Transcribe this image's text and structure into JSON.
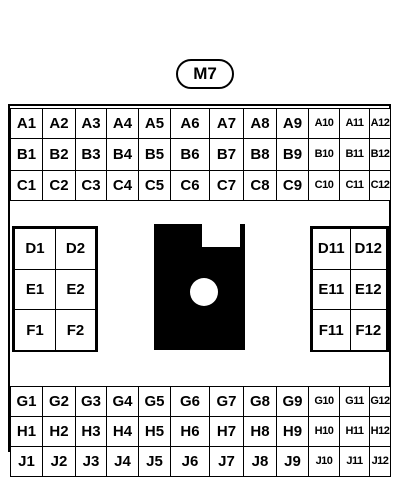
{
  "badge": "M7",
  "top_rows": [
    [
      "A1",
      "A2",
      "A3",
      "A4",
      "A5",
      "A6",
      "A7",
      "A8",
      "A9",
      "A10",
      "A11",
      "A12"
    ],
    [
      "B1",
      "B2",
      "B3",
      "B4",
      "B5",
      "B6",
      "B7",
      "B8",
      "B9",
      "B10",
      "B11",
      "B12"
    ],
    [
      "C1",
      "C2",
      "C3",
      "C4",
      "C5",
      "C6",
      "C7",
      "C8",
      "C9",
      "C10",
      "C11",
      "C12"
    ]
  ],
  "bottom_rows": [
    [
      "G1",
      "G2",
      "G3",
      "G4",
      "G5",
      "G6",
      "G7",
      "G8",
      "G9",
      "G10",
      "G11",
      "G12"
    ],
    [
      "H1",
      "H2",
      "H3",
      "H4",
      "H5",
      "H6",
      "H7",
      "H8",
      "H9",
      "H10",
      "H11",
      "H12"
    ],
    [
      "J1",
      "J2",
      "J3",
      "J4",
      "J5",
      "J6",
      "J7",
      "J8",
      "J9",
      "J10",
      "J11",
      "J12"
    ]
  ],
  "left_rows": [
    [
      "D1",
      "D2"
    ],
    [
      "E1",
      "E2"
    ],
    [
      "F1",
      "F2"
    ]
  ],
  "right_rows": [
    [
      "D11",
      "D12"
    ],
    [
      "E11",
      "E12"
    ],
    [
      "F11",
      "F12"
    ]
  ]
}
